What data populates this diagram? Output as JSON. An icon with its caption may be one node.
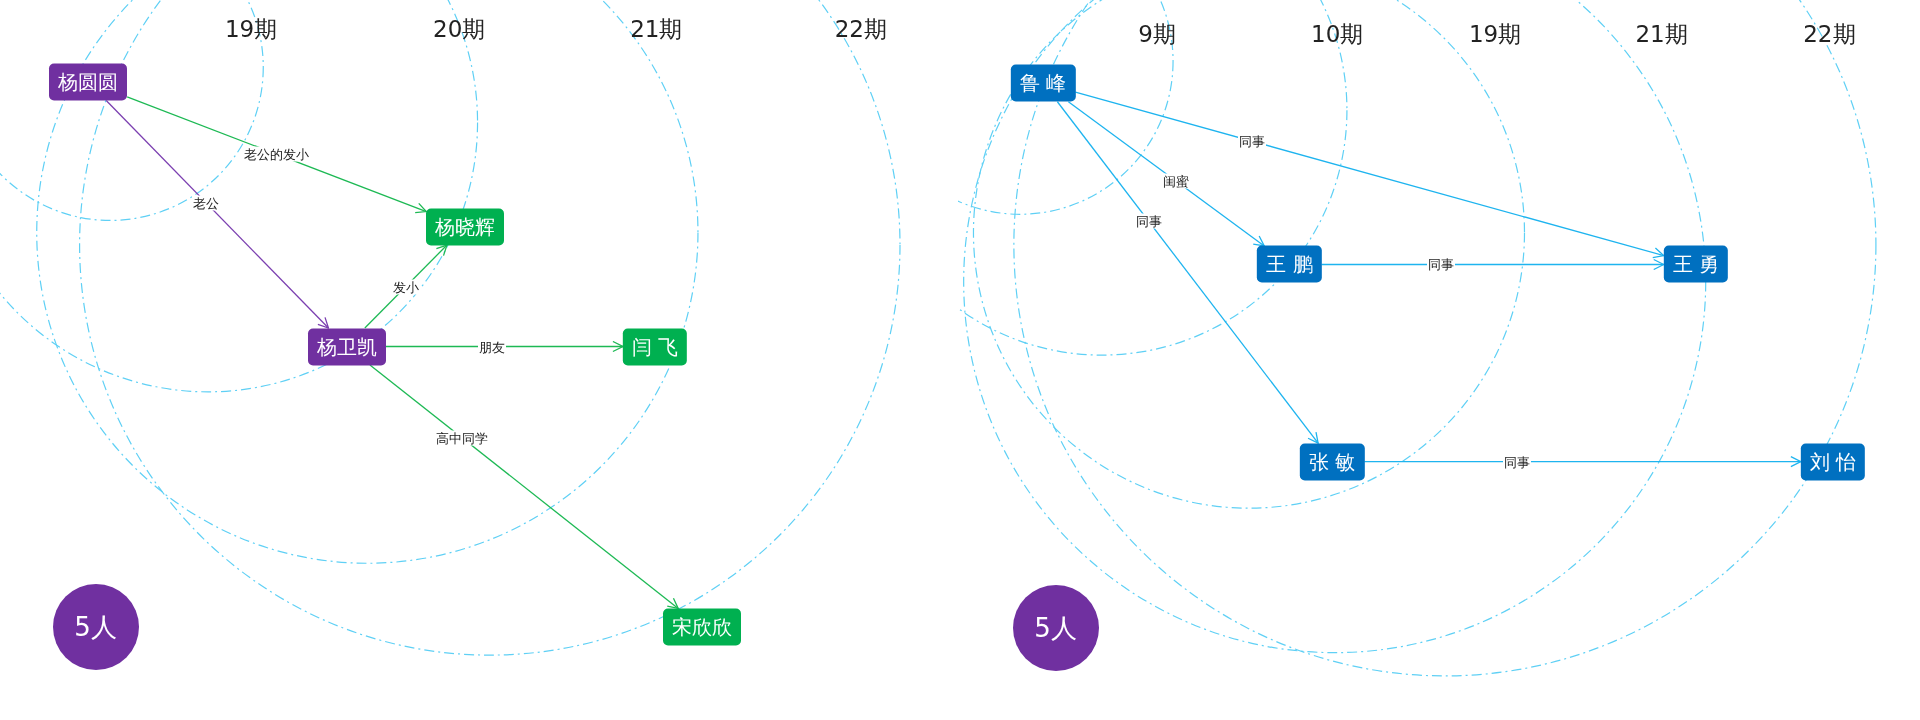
{
  "diagram": {
    "nodes": [
      {
        "text": [
          "杨圆圆"
        ]
      },
      {
        "text": [
          "杨晓辉"
        ]
      },
      {
        "text": [
          "杨卫凯"
        ]
      },
      {
        "text": [
          "闫 飞"
        ]
      },
      {
        "text": [
          "宋欣欣"
        ]
      },
      {
        "text": [
          "5人"
        ]
      },
      {
        "text": [
          "鲁 峰"
        ]
      },
      {
        "text": [
          "王 鹏"
        ]
      },
      {
        "text": [
          "王 勇"
        ]
      },
      {
        "text": [
          "张 敏"
        ]
      },
      {
        "text": [
          "刘 怡"
        ]
      },
      {
        "text": [
          "5人"
        ]
      }
    ],
    "edges": [
      {
        "from": 0,
        "to": 1,
        "arrow": "to",
        "label": "老公的发小",
        "color": "#1db954"
      },
      {
        "from": 0,
        "to": 2,
        "arrow": "to",
        "label": "老公",
        "color": "#7b3fb0"
      },
      {
        "from": 2,
        "to": 1,
        "arrow": "to",
        "label": "发小",
        "color": "#1db954"
      },
      {
        "from": 2,
        "to": 3,
        "arrow": "to",
        "label": "朋友",
        "color": "#1db954"
      },
      {
        "from": 2,
        "to": 4,
        "arrow": "to",
        "label": "高中同学",
        "color": "#1db954"
      },
      {
        "from": 6,
        "to": 7,
        "arrow": "to",
        "label": "闺蜜"
      },
      {
        "from": 6,
        "to": 8,
        "arrow": "to",
        "label": "同事"
      },
      {
        "from": 6,
        "to": 9,
        "arrow": "to",
        "label": "同事"
      },
      {
        "from": 7,
        "to": 8,
        "arrow": "to",
        "label": "同事"
      },
      {
        "from": 9,
        "to": 10,
        "arrow": "to",
        "label": "同事"
      }
    ],
    "labels": [
      "19期",
      "20期",
      "21期",
      "22期",
      "9期",
      "10期",
      "19期",
      "21期",
      "22期"
    ]
  }
}
